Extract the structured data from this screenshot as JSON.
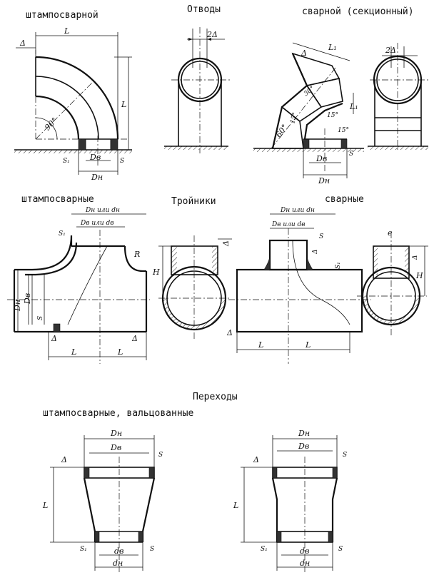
{
  "headings": {
    "elbows": "Отводы",
    "stamped_welded_elbow": "штампосварной",
    "welded_sectional": "сварной (секционный)",
    "tees": "Тройники",
    "stamped_welded_tees": "штампосварные",
    "welded_tees": "сварные",
    "reducers": "Переходы",
    "reducers_types": "штампосварные, вальцованные"
  },
  "dims": {
    "L": "L",
    "L1": "L₁",
    "delta": "Δ",
    "two_delta": "2Δ",
    "Dn": "Dн",
    "Dv": "Dв",
    "S": "S",
    "S1": "S₁",
    "dn": "dн",
    "dv": "dв",
    "H": "H",
    "R": "R",
    "e": "e",
    "angle90": "90°",
    "angle60": "60°",
    "angle30": "30°",
    "angle15": "15°",
    "Dn_or_dn": "Dн или dн",
    "Dv_or_dv": "Dв или dв"
  }
}
